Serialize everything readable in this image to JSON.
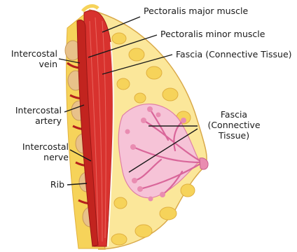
{
  "labels": {
    "pectoralis_major": "Pectoralis major muscle",
    "pectoralis_minor": "Pectoralis minor muscle",
    "fascia_top": "Fascia (Connective Tissue)",
    "intercostal_vein": [
      "Intercostal",
      "vein"
    ],
    "intercostal_artery": [
      "Intercostal",
      "artery"
    ],
    "intercostal_nerve": [
      "Intercostal",
      "nerve"
    ],
    "rib": "Rib",
    "fascia_right": [
      "Fascia",
      "(Connective",
      "Tissue)"
    ]
  },
  "colors": {
    "muscle": "#d8322e",
    "muscle_dark": "#b51f1c",
    "fat": "#f6d35a",
    "fat_light": "#fbe79a",
    "skin": "#f4d9b0",
    "gland": "#e98cb1",
    "gland_light": "#f6c3d7",
    "rib": "#e8c18a",
    "line": "#222222"
  }
}
